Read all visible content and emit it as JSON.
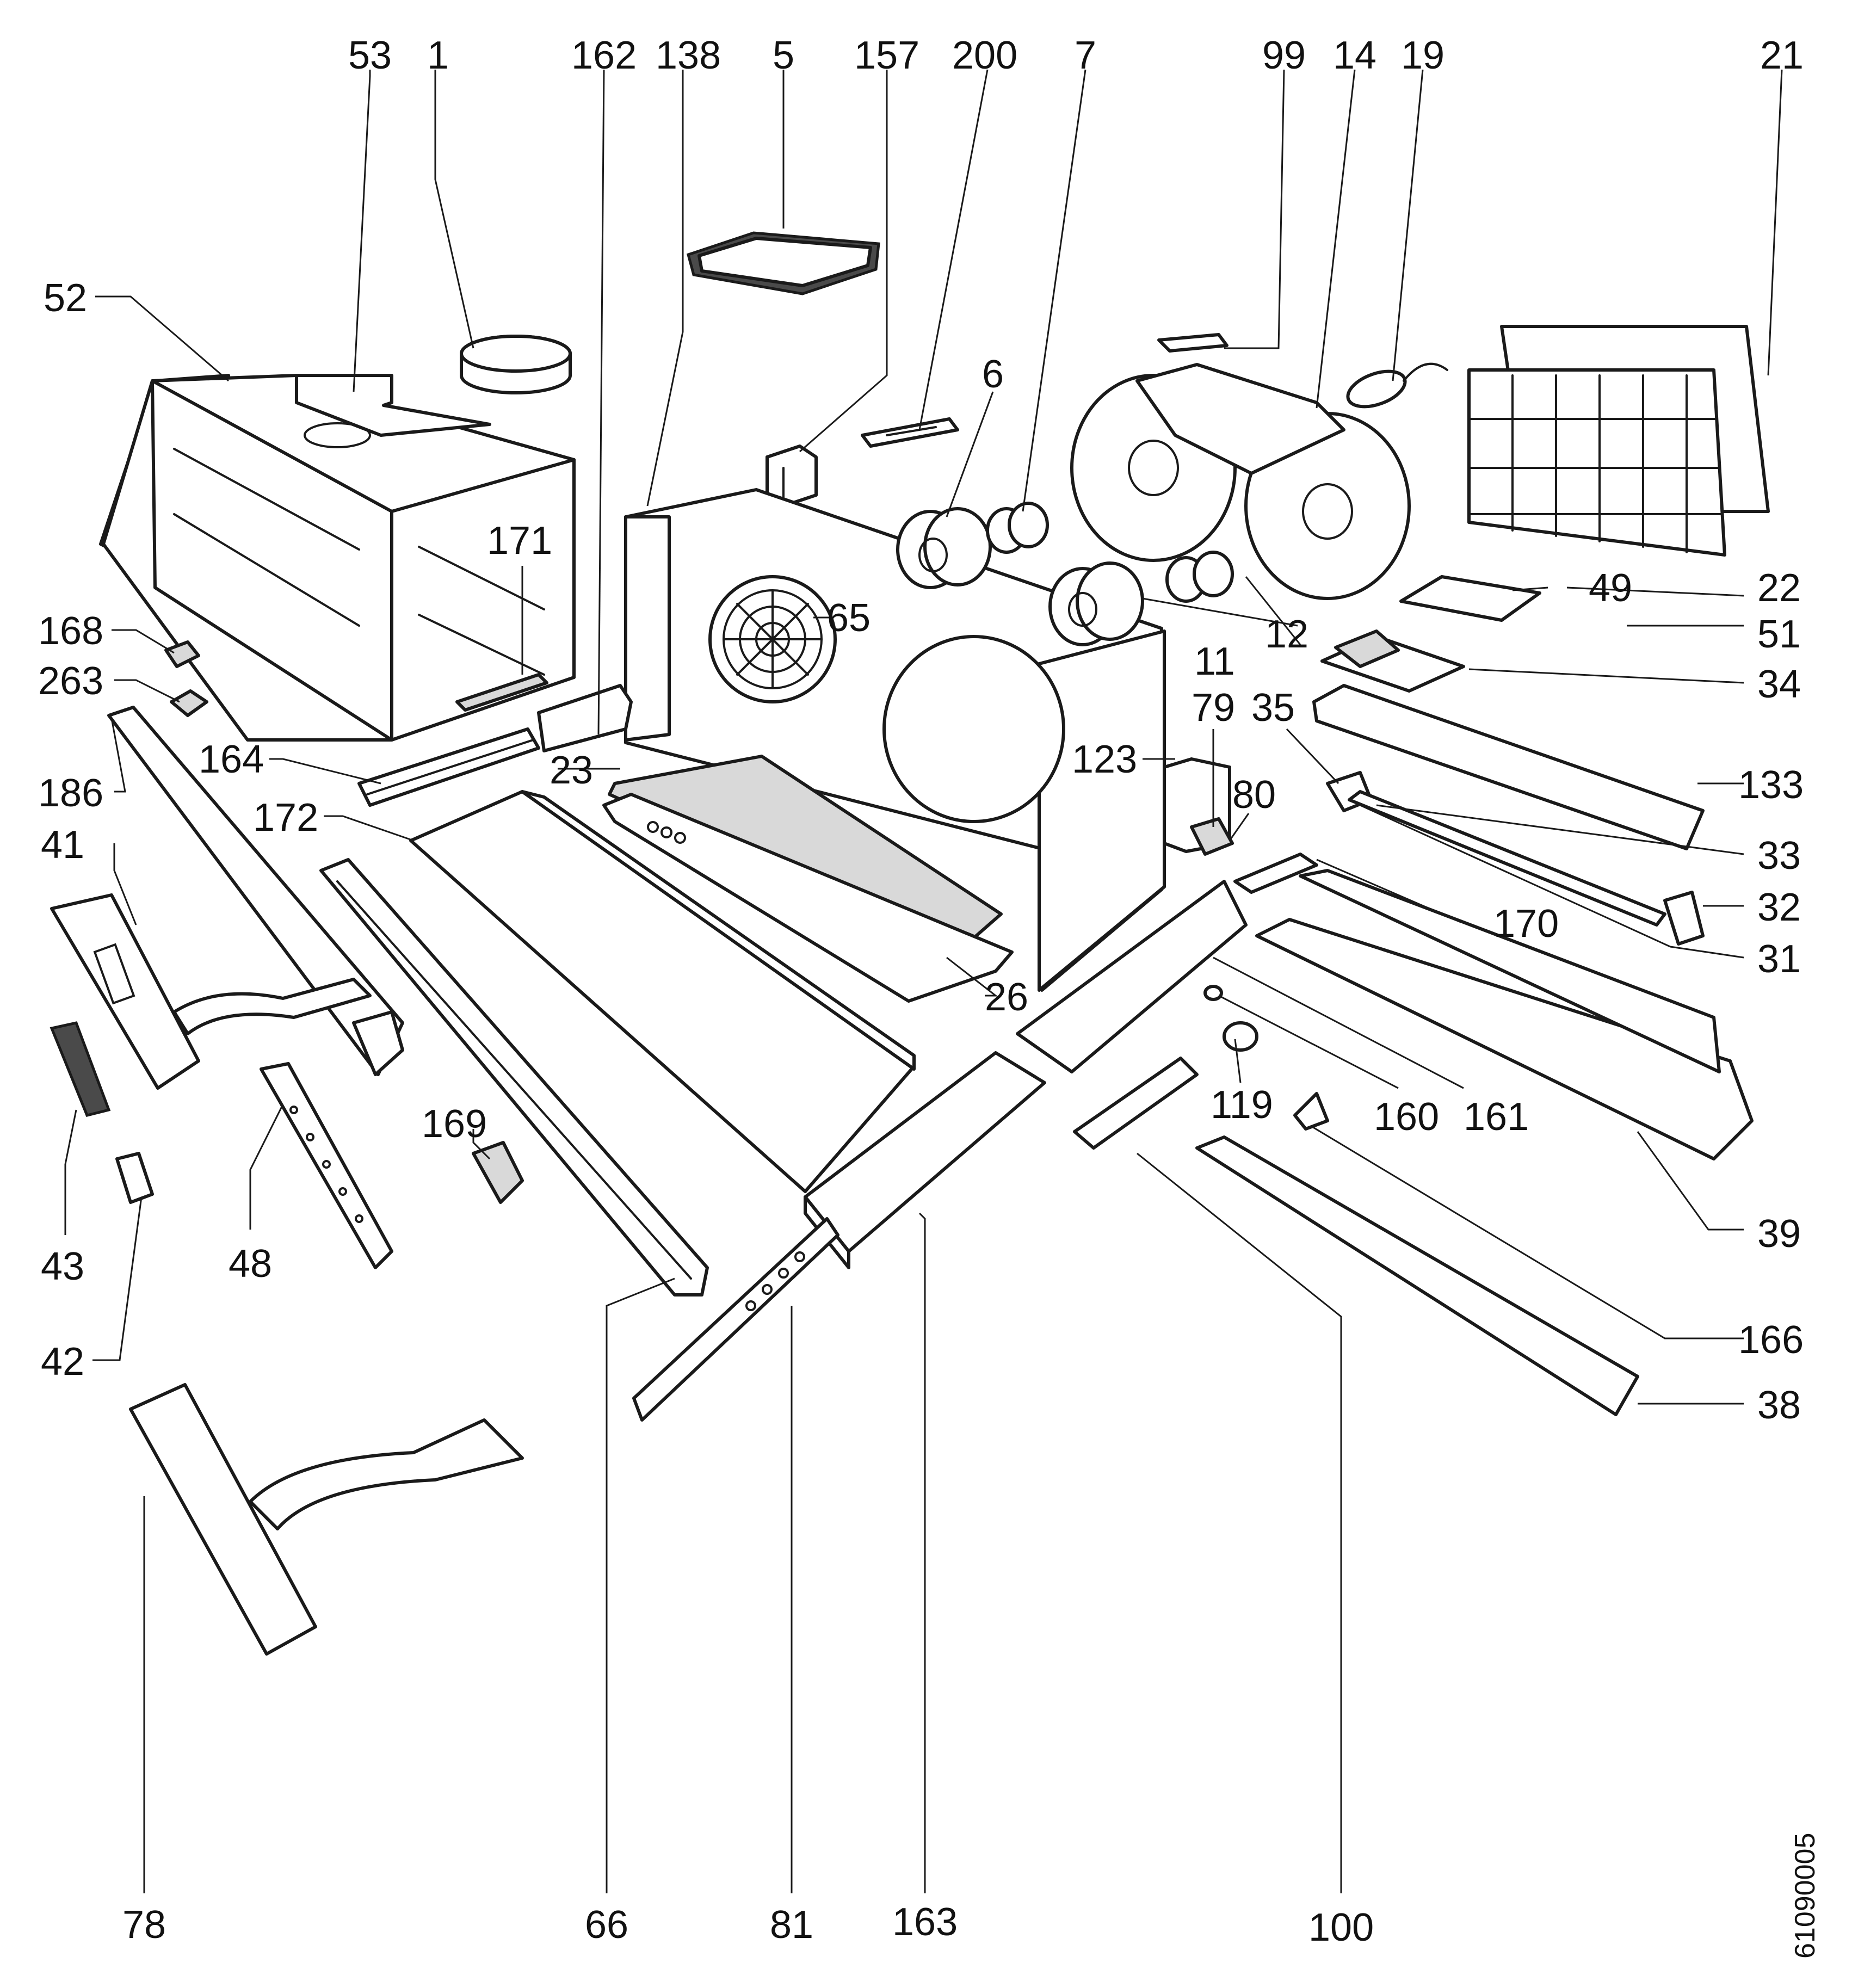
{
  "diagram": {
    "document_number": "61090005",
    "callouts": {
      "c53": "53",
      "c1": "1",
      "c162": "162",
      "c138": "138",
      "c5": "5",
      "c157": "157",
      "c200": "200",
      "c7": "7",
      "c99": "99",
      "c14": "14",
      "c19": "19",
      "c21": "21",
      "c52": "52",
      "c6": "6",
      "c171": "171",
      "c65": "65",
      "c168": "168",
      "c263": "263",
      "c164": "164",
      "c23": "23",
      "c186": "186",
      "c172": "172",
      "c41": "41",
      "c12": "12",
      "c11": "11",
      "c49": "49",
      "c22": "22",
      "c51": "51",
      "c34": "34",
      "c79": "79",
      "c35": "35",
      "c123": "123",
      "c80": "80",
      "c133": "133",
      "c33": "33",
      "c32": "32",
      "c170": "170",
      "c31": "31",
      "c26": "26",
      "c119": "119",
      "c160": "160",
      "c161": "161",
      "c39": "39",
      "c169": "169",
      "c43": "43",
      "c48": "48",
      "c42": "42",
      "c166": "166",
      "c38": "38",
      "c78": "78",
      "c66": "66",
      "c81": "81",
      "c163": "163",
      "c100": "100"
    }
  }
}
